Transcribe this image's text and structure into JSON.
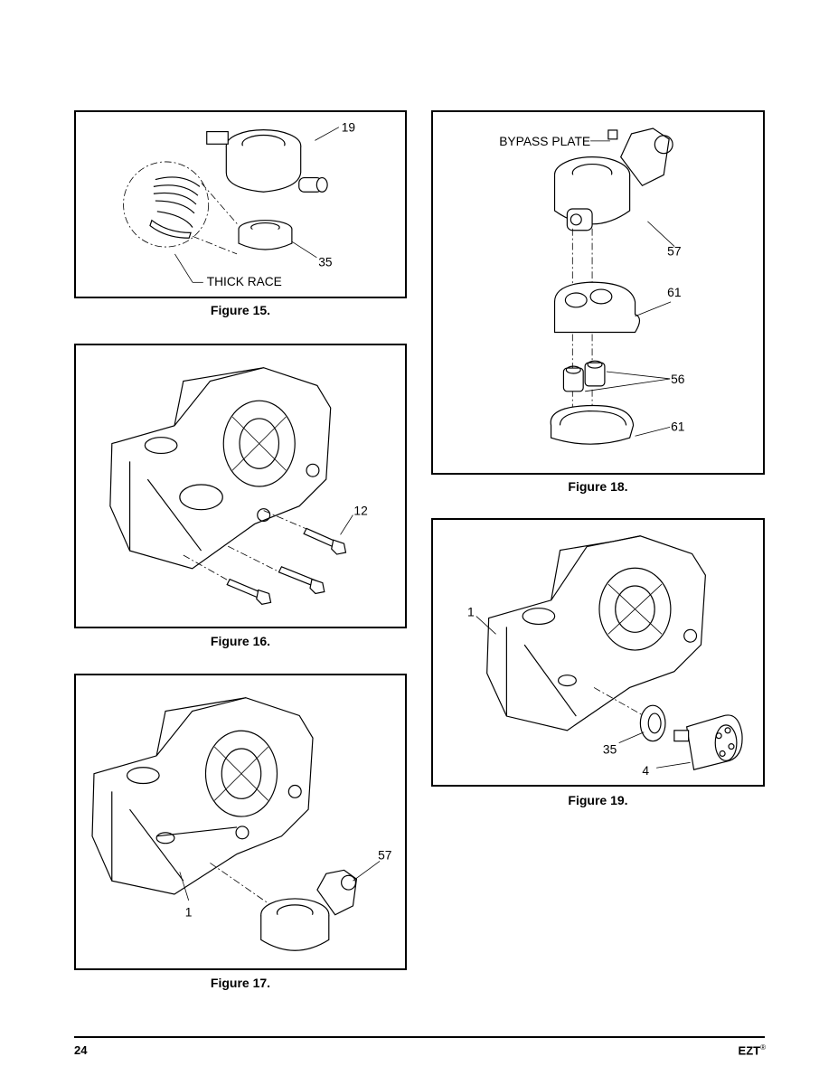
{
  "figures": {
    "fig15": {
      "caption": "Figure 15.",
      "callouts": {
        "c19": "19",
        "c35": "35",
        "thick_race": "THICK RACE"
      }
    },
    "fig16": {
      "caption": "Figure 16.",
      "callouts": {
        "c12": "12"
      }
    },
    "fig17": {
      "caption": "Figure 17.",
      "callouts": {
        "c57": "57",
        "c1": "1"
      }
    },
    "fig18": {
      "caption": "Figure 18.",
      "callouts": {
        "bypass": "BYPASS PLATE",
        "c57": "57",
        "c61a": "61",
        "c56": "56",
        "c61b": "61"
      }
    },
    "fig19": {
      "caption": "Figure 19.",
      "callouts": {
        "c1": "1",
        "c35": "35",
        "c4": "4"
      }
    }
  },
  "footer": {
    "page_number": "24",
    "brand": "EZT",
    "brand_mark": "®"
  }
}
